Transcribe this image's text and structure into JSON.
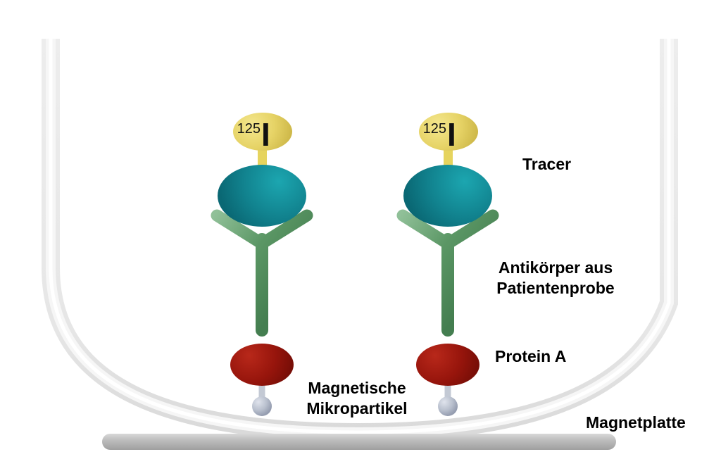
{
  "diagram": {
    "isotope": {
      "mass_number": "125",
      "symbol": "I"
    },
    "labels": {
      "tracer": "Tracer",
      "antibody_line1": "Antikörper aus",
      "antibody_line2": "Patientenprobe",
      "protein_a": "Protein A",
      "microparticle_line1": "Magnetische",
      "microparticle_line2": "Mikropartikel",
      "magnet_plate": "Magnetplatte"
    },
    "colors": {
      "isotope_fill": "#e5d363",
      "isotope_stem": "#e6d45e",
      "tracer_antigen_fill": "#11828e",
      "antibody_fill": "#5b9765",
      "protein_a_fill": "#99170e",
      "microparticle_fill": "#b8bfcd",
      "microparticle_stem": "#c3c9d4",
      "well_outline": "#e7e7e7",
      "magnet_plate_fill": "#b5b5b5",
      "label_text": "#000000"
    }
  }
}
